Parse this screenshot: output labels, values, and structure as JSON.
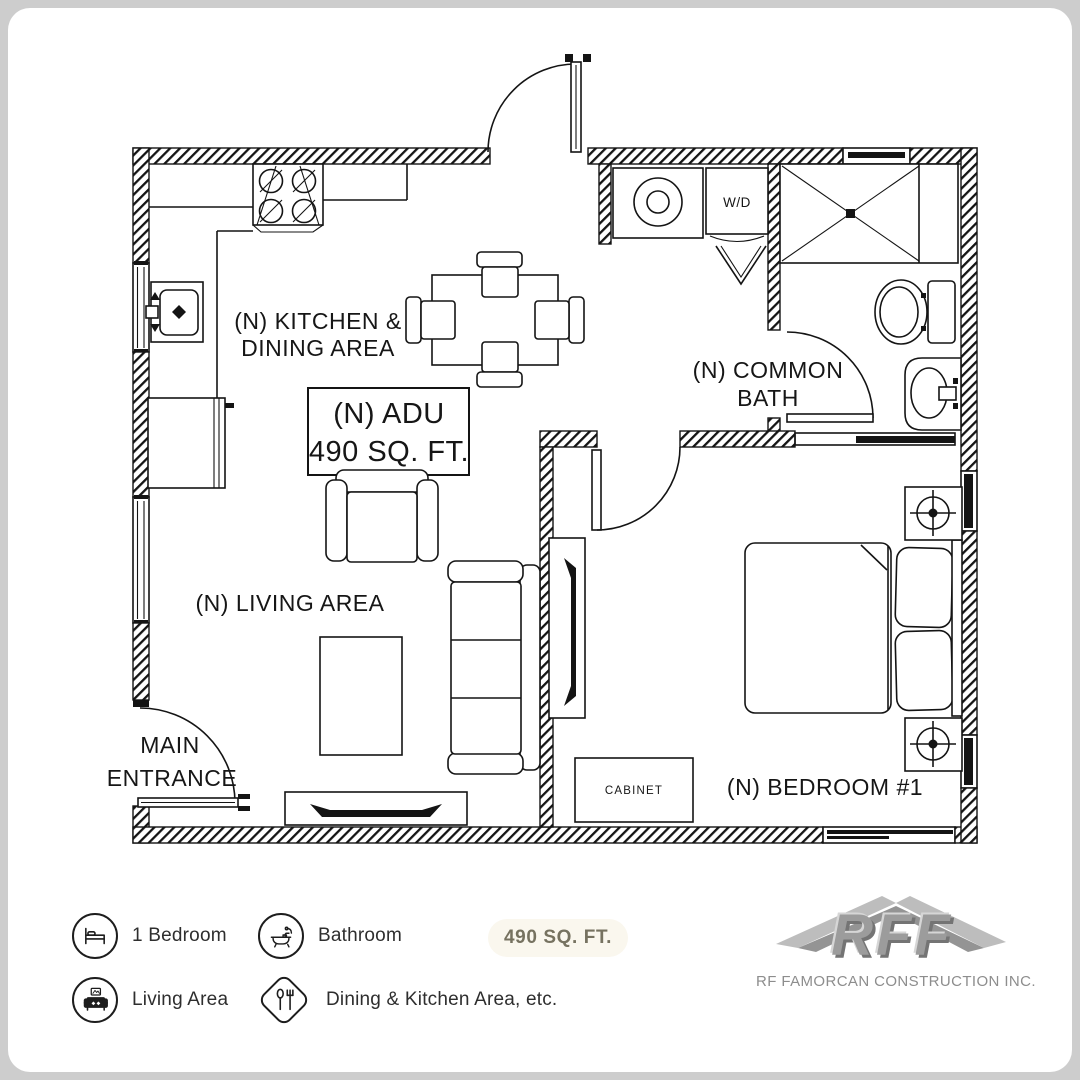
{
  "page": {
    "background": "#cdcdcd",
    "card_background": "#ffffff"
  },
  "plan": {
    "labels": {
      "kitchen_line1": "(N) KITCHEN &",
      "kitchen_line2": "DINING AREA",
      "adu_line1": "(N) ADU",
      "adu_line2": "490 SQ. FT.",
      "bath_line1": "(N) COMMON",
      "bath_line2": "BATH",
      "living": "(N) LIVING AREA",
      "entrance_line1": "MAIN",
      "entrance_line2": "ENTRANCE",
      "bedroom": "(N) BEDROOM #1",
      "cabinet": "CABINET",
      "washer_dryer": "W/D"
    },
    "line_color": "#141414"
  },
  "legend": {
    "items": [
      {
        "icon": "bed-icon",
        "label": "1 Bedroom"
      },
      {
        "icon": "bathtub-icon",
        "label": "Bathroom"
      },
      {
        "icon": "sofa-icon",
        "label": "Living Area"
      },
      {
        "icon": "dining-icon",
        "label": "Dining & Kitchen Area, etc."
      }
    ],
    "area_label": "490 SQ. FT.",
    "area_text_color": "#767260",
    "area_badge_background": "#faf7ee"
  },
  "branding": {
    "logo_text": "RFF",
    "company_name": "RF FAMORCAN CONSTRUCTION INC.",
    "logo_color": "#9c9c9c",
    "company_text_color": "#8d8d8d"
  }
}
